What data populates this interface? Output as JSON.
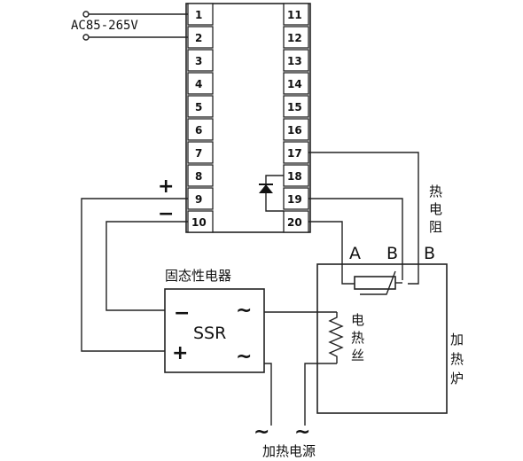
{
  "controller": {
    "terminals_left": [
      "1",
      "2",
      "3",
      "4",
      "5",
      "6",
      "7",
      "8",
      "9",
      "10"
    ],
    "terminals_right": [
      "11",
      "12",
      "13",
      "14",
      "15",
      "16",
      "17",
      "18",
      "19",
      "20"
    ]
  },
  "labels": {
    "supply": "AC85-265V",
    "plus_top": "+",
    "minus_top": "−",
    "relay_title": "固态性电器",
    "ssr": "SSR",
    "ssr_minus": "−",
    "ssr_plus": "+",
    "ssr_tilde_top": "~",
    "ssr_tilde_bottom": "~",
    "thermal_resistor": [
      "热",
      "电",
      "阻"
    ],
    "point_a": "A",
    "point_b1": "B",
    "point_b2": "B",
    "heater_wire": [
      "电",
      "热",
      "丝"
    ],
    "furnace": [
      "加",
      "热",
      "炉"
    ],
    "tilde_left": "~",
    "tilde_right": "~",
    "heating_power": "加热电源"
  }
}
